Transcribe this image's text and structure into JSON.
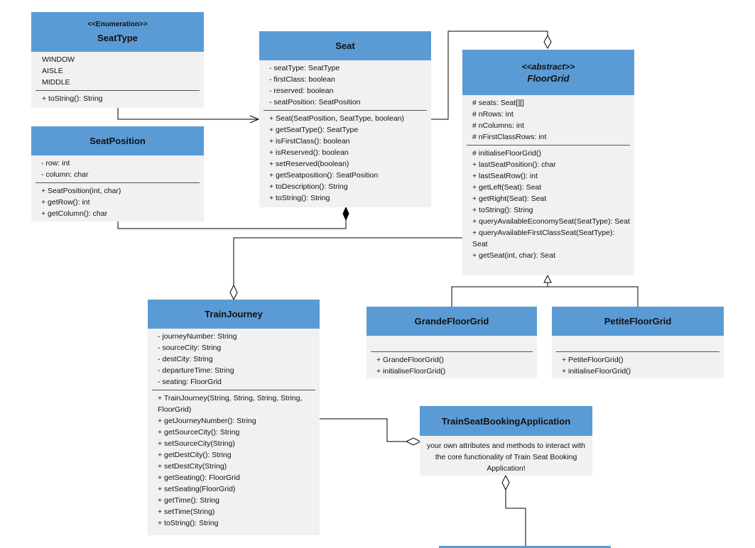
{
  "classes": {
    "seattype": {
      "stereotype": "<<Enumeration>>",
      "name": "SeatType",
      "values": [
        "WINDOW",
        "AISLE",
        "MIDDLE"
      ],
      "methods": [
        "+ toString(): String"
      ]
    },
    "seat": {
      "name": "Seat",
      "attributes": [
        "- seatType: SeatType",
        "- firstClass: boolean",
        "- reserved: boolean",
        "- seatPosition: SeatPosition"
      ],
      "methods": [
        "+ Seat(SeatPosition, SeatType, boolean)",
        "+ getSeatType(): SeatType",
        "+ isFirstClass(): boolean",
        "+ isReserved(): boolean",
        "+ setReserved(boolean)",
        "+ getSeatposition(): SeatPosition",
        "+ toDescription(): String",
        "+ toString(): String"
      ]
    },
    "floorgrid": {
      "stereotype": "<<abstract>>",
      "name": "FloorGrid",
      "attributes": [
        "# seats: Seat[][]",
        "# nRows: int",
        "# nColumns: int",
        "# nFirstClassRows: int"
      ],
      "methods": [
        "# initialiseFloorGrid()",
        "+ lastSeatPosition(): char",
        "+ lastSeatRow(): int",
        "+ getLeft(Seat): Seat",
        "+ getRight(Seat): Seat",
        "+ toString(): String",
        "+ queryAvailableEconomySeat(SeatType): Seat",
        "+ queryAvailableFirstClassSeat(SeatType): Seat",
        "+ getSeat(int, char): Seat"
      ]
    },
    "seatposition": {
      "name": "SeatPosition",
      "attributes": [
        "- row: int",
        "- column: char"
      ],
      "methods": [
        "+ SeatPosition(int, char)",
        "+ getRow(): int",
        "+ getColumn(): char"
      ]
    },
    "grande": {
      "name": "GrandeFloorGrid",
      "methods": [
        "+ GrandeFloorGrid()",
        "+ initialiseFloorGrid()"
      ]
    },
    "petite": {
      "name": "PetiteFloorGrid",
      "methods": [
        "+ PetiteFloorGrid()",
        "+ initialiseFloorGrid()"
      ]
    },
    "trainjourney": {
      "name": "TrainJourney",
      "attributes": [
        "- journeyNumber: String",
        "- sourceCity: String",
        "- destCity: String",
        "- departureTime: String",
        "- seating: FloorGrid"
      ],
      "methods": [
        "+ TrainJourney(String, String, String, String, FloorGrid)",
        "+ getJourneyNumber(): String",
        "+ getSourceCity(): String",
        "+ setSourceCity(String)",
        "+ getDestCity(): String",
        "+ setDestCity(String)",
        "+ getSeating(): FloorGrid",
        "+ setSeating(FloorGrid)",
        "+ getTime(): String",
        "+ setTime(String)",
        "+ toString(): String"
      ]
    },
    "app": {
      "name": "TrainSeatBookingApplication",
      "note": "your own attributes and methods to interact with the core functionality of Train Seat Booking Application!"
    }
  },
  "colors": {
    "header": "#5b9bd5",
    "body": "#f1f1f1",
    "line": "#000000"
  }
}
